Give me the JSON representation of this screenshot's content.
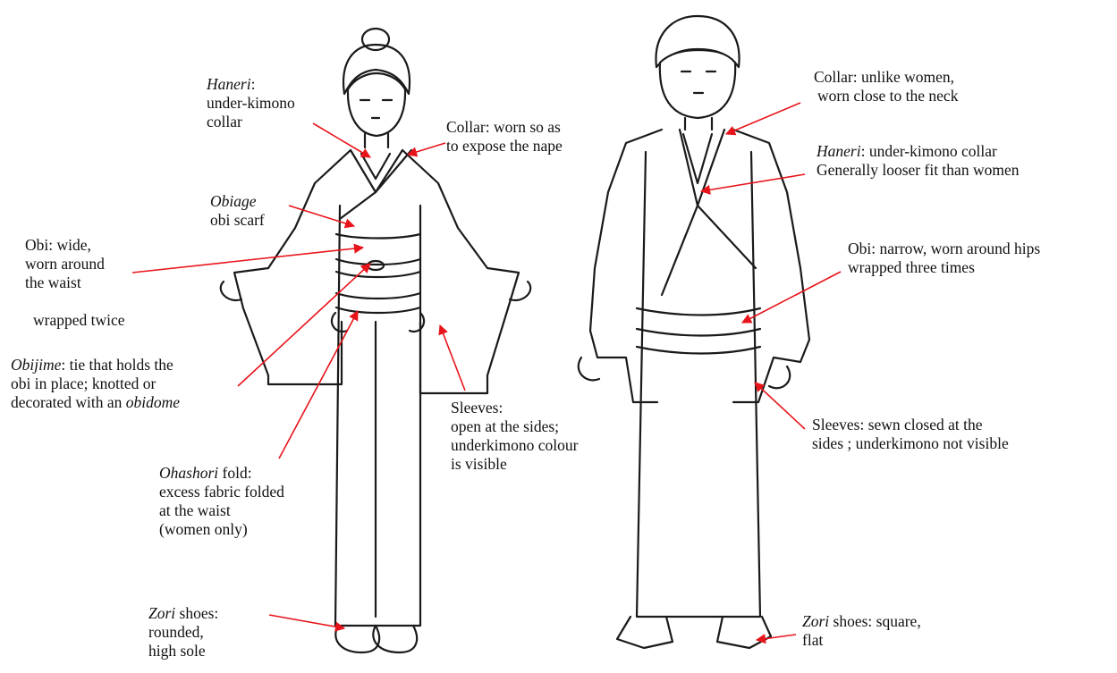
{
  "woman": {
    "haneri": {
      "term": "Haneri",
      "rest": ":",
      "line2": "under-kimono",
      "line3": "collar"
    },
    "collar": {
      "line1": "Collar: worn so as",
      "line2": "to expose the nape"
    },
    "obiage": {
      "term": "Obiage",
      "line2": "obi scarf"
    },
    "obi": {
      "line1": "Obi: wide,",
      "line2": "worn around",
      "line3": "the waist",
      "line4": "wrapped twice"
    },
    "obijime": {
      "term": "Obijime",
      "rest": ": tie that holds the",
      "line2": "obi in place; knotted or",
      "line3_pre": "decorated with an ",
      "line3_term": "obidome"
    },
    "sleeves": {
      "line1": "Sleeves:",
      "line2": "open at the sides;",
      "line3": "underkimono colour",
      "line4": "is visible"
    },
    "ohashori": {
      "term": "Ohashori",
      "rest": " fold:",
      "line2": "excess fabric folded",
      "line3": "at the waist",
      "line4": "(women only)"
    },
    "zori": {
      "term": "Zori",
      "rest": " shoes:",
      "line2": "rounded,",
      "line3": "high sole"
    }
  },
  "man": {
    "collar": {
      "line1": "Collar: unlike women,",
      "line2": "worn close to the neck"
    },
    "haneri": {
      "term": "Haneri",
      "rest": ": under-kimono collar",
      "line2": "Generally looser fit than women"
    },
    "obi": {
      "line1": "Obi: narrow, worn around hips",
      "line2": "wrapped three times"
    },
    "sleeves": {
      "line1": "Sleeves: sewn closed at the",
      "line2": "sides ; underkimono not visible"
    },
    "zori": {
      "term": "Zori",
      "rest": " shoes: square,",
      "line2": "flat"
    }
  },
  "colors": {
    "arrow": "#e8141b",
    "ink": "#1a1a1a",
    "hair": "#8a8a8a"
  }
}
